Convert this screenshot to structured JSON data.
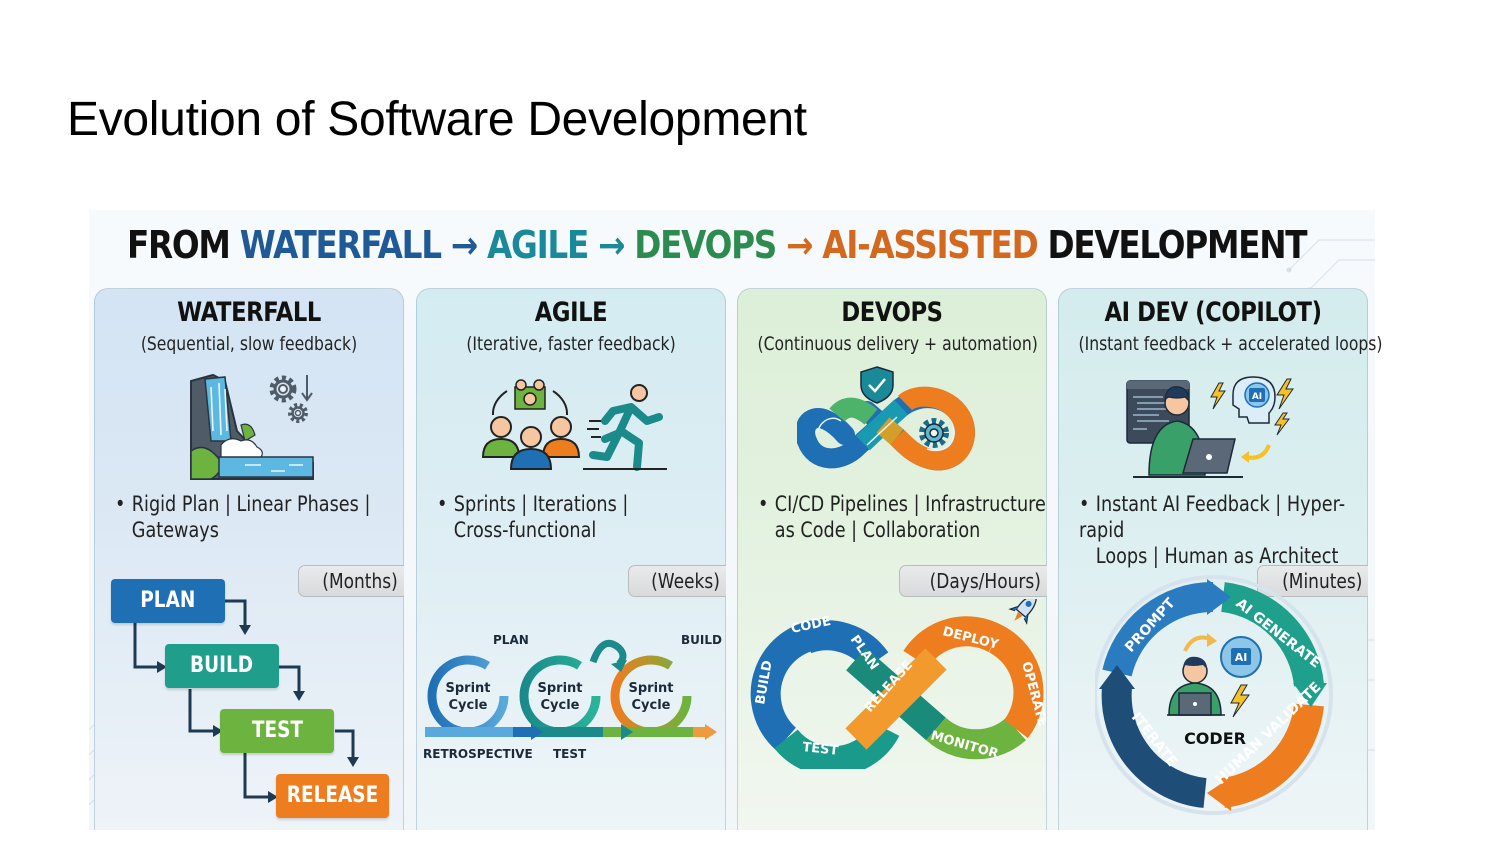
{
  "slide": {
    "title": "Evolution of Software Development"
  },
  "banner": {
    "segments": [
      {
        "text": "FROM ",
        "color": "#111111"
      },
      {
        "text": "WATERFALL",
        "color": "#1f5a96"
      },
      {
        "text": " → ",
        "color": "#1f5a96"
      },
      {
        "text": "AGILE",
        "color": "#1a8a9a"
      },
      {
        "text": " → ",
        "color": "#1a8a9a"
      },
      {
        "text": "DEVOPS",
        "color": "#2e8b4f"
      },
      {
        "text": " → ",
        "color": "#d2691e"
      },
      {
        "text": "AI-ASSISTED",
        "color": "#d2691e"
      },
      {
        "text": " DEVELOPMENT",
        "color": "#111111"
      }
    ]
  },
  "cards": [
    {
      "title": "WATERFALL",
      "subtitle": "(Sequential, slow feedback)",
      "icon": "waterfall-gears-icon",
      "bullet_line1": "Rigid Plan | Linear Phases |",
      "bullet_line2": "Gateways",
      "time": "(Months)",
      "steps": [
        {
          "label": "PLAN",
          "color": "#1f6fb5"
        },
        {
          "label": "BUILD",
          "color": "#1f9e8c"
        },
        {
          "label": "TEST",
          "color": "#6db33f"
        },
        {
          "label": "RELEASE",
          "color": "#ee7d1f"
        }
      ]
    },
    {
      "title": "AGILE",
      "subtitle": "(Iterative, faster feedback)",
      "icon": "team-runner-icon",
      "bullet_line1": "Sprints | Iterations |",
      "bullet_line2": "Cross-functional",
      "time": "(Weeks)",
      "cycle_label": "Sprint",
      "cycle_label2": "Cycle",
      "labels": {
        "plan": "PLAN",
        "build": "BUILD",
        "retrospective": "RETROSPECTIVE",
        "test": "TEST"
      }
    },
    {
      "title": "DEVOPS",
      "subtitle": "(Continuous delivery + automation)",
      "icon": "infinity-shield-gear-icon",
      "bullet_line1": "CI/CD Pipelines | Infrastructure",
      "bullet_line2": "as Code | Collaboration",
      "time": "(Days/Hours)",
      "loop": [
        "BUILD",
        "CODE",
        "PLAN",
        "RELEASE",
        "DEPLOY",
        "OPERATE",
        "MONITOR",
        "TEST"
      ]
    },
    {
      "title": "AI DEV (COPILOT)",
      "subtitle": "(Instant feedback + accelerated loops)",
      "icon": "coder-ai-brain-icon",
      "bullet_line1": "Instant AI Feedback | Hyper-rapid",
      "bullet_line2": "Loops | Human as Architect",
      "time": "(Minutes)",
      "cycle": [
        "PROMPT",
        "AI GENERATE",
        "HUMAN VALIDATE",
        "ITERATE"
      ],
      "center_label": "CODER",
      "ai_badge": "AI"
    }
  ],
  "bullet_glyph": "•"
}
